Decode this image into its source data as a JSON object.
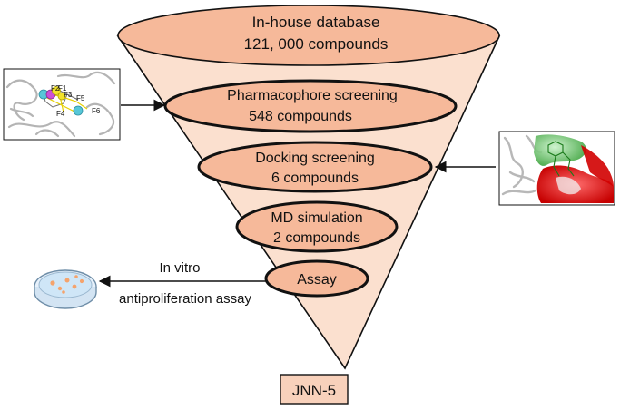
{
  "colors": {
    "funnel_fill": "#fbe0cf",
    "ellipse_fill": "#f6b99a",
    "result_box_fill": "#f8d1bb",
    "outline": "#111111"
  },
  "stages": [
    {
      "line1": "In-house database",
      "line2": "121, 000 compounds"
    },
    {
      "line1": "Pharmacophore screening",
      "line2": "548 compounds"
    },
    {
      "line1": "Docking screening",
      "line2": "6 compounds"
    },
    {
      "line1": "MD simulation",
      "line2": "2 compounds"
    },
    {
      "line1": "Assay",
      "line2": ""
    }
  ],
  "result": {
    "label": "JNN-5"
  },
  "assay_arrow": {
    "line1": "In vitro",
    "line2": "antiproliferation assay"
  },
  "pharmacophore_image": {
    "features": [
      "F1",
      "F2",
      "F3",
      "F4",
      "F5",
      "F6"
    ],
    "icon": "pharmacophore-model-icon"
  },
  "docking_image": {
    "icon": "protein-ligand-docking-icon"
  },
  "petri_dish": {
    "icon": "petri-dish-icon"
  }
}
